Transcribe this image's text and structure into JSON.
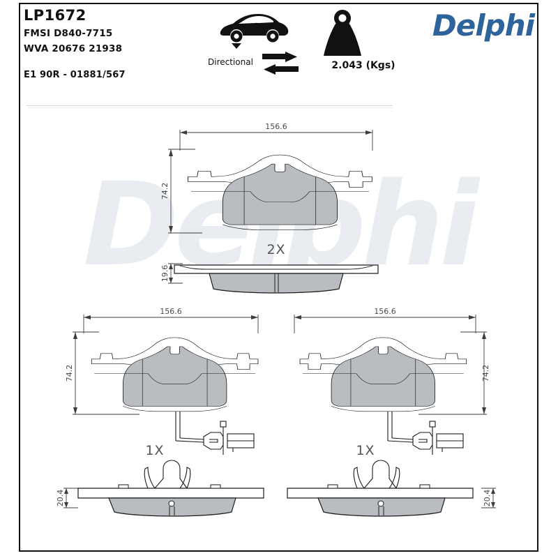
{
  "header": {
    "part_number": "LP1672",
    "fmsi": "FMSI D840-7715",
    "wva": "WVA 20676 21938",
    "approval": "E1 90R - 01881/567",
    "brand": "Delphi",
    "brand_color": "#2f639b",
    "watermark_text": "Delphi"
  },
  "attributes": {
    "directional_label": "Directional",
    "weight_label": "2.043 (Kgs)",
    "car_icon": "car-front-axle-icon",
    "arrows_icon": "bidirectional-arrows-icon",
    "weight_icon": "weight-kettlebell-icon"
  },
  "drawing": {
    "views": [
      {
        "id": "top-pad-face",
        "quantity_label": "2X",
        "width_dim": "156.6",
        "height_dim": "74.2"
      },
      {
        "id": "top-pad-side",
        "quantity_label": "2X",
        "thickness_dim": "19.6"
      },
      {
        "id": "left-pad-face",
        "quantity_label": "1X",
        "width_dim": "156.6",
        "height_dim": "74.2"
      },
      {
        "id": "right-pad-face",
        "quantity_label": "1X",
        "width_dim": "156.6",
        "height_dim": "74.2"
      },
      {
        "id": "left-pad-side",
        "thickness_dim": "20.4"
      },
      {
        "id": "right-pad-side",
        "thickness_dim": "20.4"
      }
    ],
    "colors": {
      "friction_fill": "#b9bdc1",
      "plate_fill": "#ffffff",
      "line": "#1a1a1a",
      "dim_line": "#3c3c3c"
    }
  }
}
